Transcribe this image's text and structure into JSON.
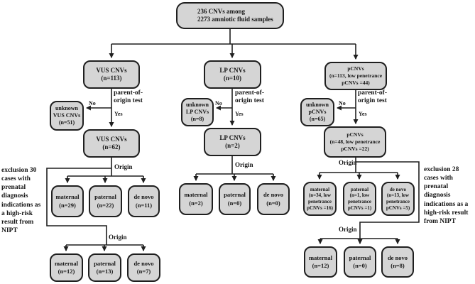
{
  "title_box": [
    "236 CNVs among",
    "2273 amniotic fluid samples"
  ],
  "labels": {
    "parent_of_origin_test": [
      "parent-of-",
      "origin test"
    ],
    "no": "No",
    "yes": "Yes",
    "origin": "Origin"
  },
  "branches": {
    "vus": {
      "level1": [
        "VUS CNVs",
        "(n=113)"
      ],
      "unknown": [
        "unknown",
        "VUS CNVs",
        "(n=51)"
      ],
      "level2": [
        "VUS CNVs",
        "(n=62)"
      ],
      "origin1": {
        "maternal": [
          "maternal",
          "(n=29)"
        ],
        "paternal": [
          "paternal",
          "(n=22)"
        ],
        "de_novo": [
          "de novo",
          "(n=11)"
        ]
      },
      "exclusion_note": [
        "exclusion 30",
        "cases with",
        "prenatal",
        "diagnosis",
        "indications as",
        "a high-risk",
        "result from",
        "NIPT"
      ],
      "origin2": {
        "maternal": [
          "maternal",
          "(n=12)"
        ],
        "paternal": [
          "paternal",
          "(n=13)"
        ],
        "de_novo": [
          "de novo",
          "(n=7)"
        ]
      }
    },
    "lp": {
      "level1": [
        "LP CNVs",
        "(n=10)"
      ],
      "unknown": [
        "unknown",
        "LP CNVs",
        "(n=8)"
      ],
      "level2": [
        "LP CNVs",
        "(n=2)"
      ],
      "origin1": {
        "maternal": [
          "maternal",
          "(n=2)"
        ],
        "paternal": [
          "paternal",
          "(n=0)"
        ],
        "de_novo": [
          "de novo",
          "(n=0)"
        ]
      }
    },
    "pcnv": {
      "level1": [
        "pCNVs",
        "(n=113, low penetrance",
        "pCNVs =44)"
      ],
      "unknown": [
        "unknown",
        "pCNVs",
        "(n=65)"
      ],
      "level2": [
        "pCNVs",
        "(n=48, low penetrance",
        "pCNVs =22)"
      ],
      "origin1": {
        "maternal": [
          "maternal",
          "(n=34, low",
          "penetrance",
          "pCNVs =16)"
        ],
        "paternal": [
          "paternal",
          "(n=1, low",
          "penetrance",
          "pCNVs =1)"
        ],
        "de_novo": [
          "de novo",
          "(n=13, low",
          "penetrance",
          "pCNVs =5)"
        ]
      },
      "exclusion_note": [
        "exclusion 28",
        "cases with",
        "prenatal",
        "diagnosis",
        "indications as a",
        "high-risk result",
        "from NIPT"
      ],
      "origin2": {
        "maternal": [
          "maternal",
          "(n=12)"
        ],
        "paternal": [
          "paternal",
          "(n=0)"
        ],
        "de_novo": [
          "de novo",
          "(n=8)"
        ]
      }
    }
  },
  "colors": {
    "box_fill": "#d5d5d5",
    "box_border": "#1f1f1f",
    "line": "#1f1f1f",
    "background": "#ffffff",
    "text": "#161616"
  }
}
